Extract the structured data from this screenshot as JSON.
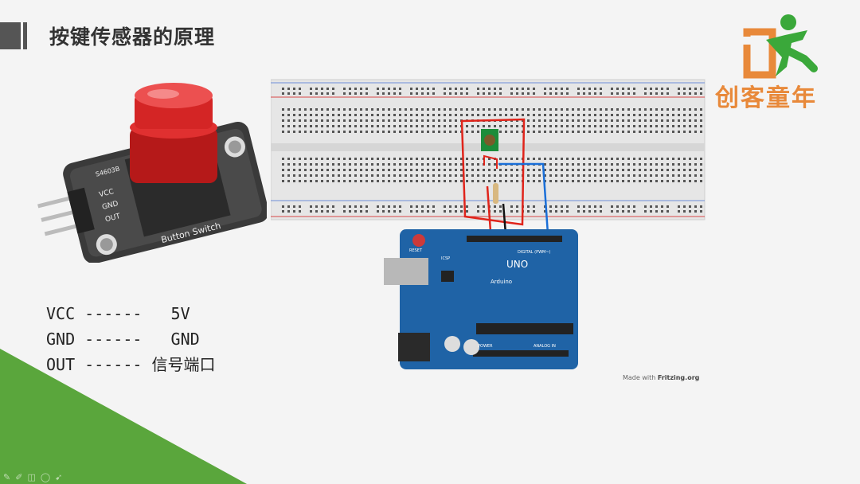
{
  "slide": {
    "title": "按键传感器的原理",
    "logo_text": "创客童年",
    "pins": [
      {
        "pin": "VCC",
        "dashes": "------",
        "target": "5V"
      },
      {
        "pin": "GND",
        "dashes": "------",
        "target": "GND"
      },
      {
        "pin": "OUT",
        "dashes": "------",
        "target": "信号端口"
      }
    ],
    "module_labels": {
      "model": "S4603B",
      "name": "Button Switch",
      "vcc": "VCC",
      "gnd": "GND",
      "out": "OUT"
    },
    "board": {
      "brand": "Arduino",
      "model": "UNO",
      "reset": "RESET",
      "digital": "DIGITAL (PWM~)",
      "analog": "ANALOG IN",
      "power": "POWER",
      "icsp": "ICSP"
    },
    "made_with": "Made with",
    "fritzing": "Fritzing.org",
    "toolbar_icons": [
      "pencil-icon",
      "highlighter-icon",
      "eraser-icon",
      "shape-icon",
      "pointer-icon"
    ]
  },
  "colors": {
    "accent_green": "#5aa63c",
    "logo_orange": "#e8893a",
    "logo_green": "#3aa83a",
    "board_blue": "#1f63a6",
    "wire_red": "#e0241b",
    "wire_blue": "#1a6fd8"
  }
}
